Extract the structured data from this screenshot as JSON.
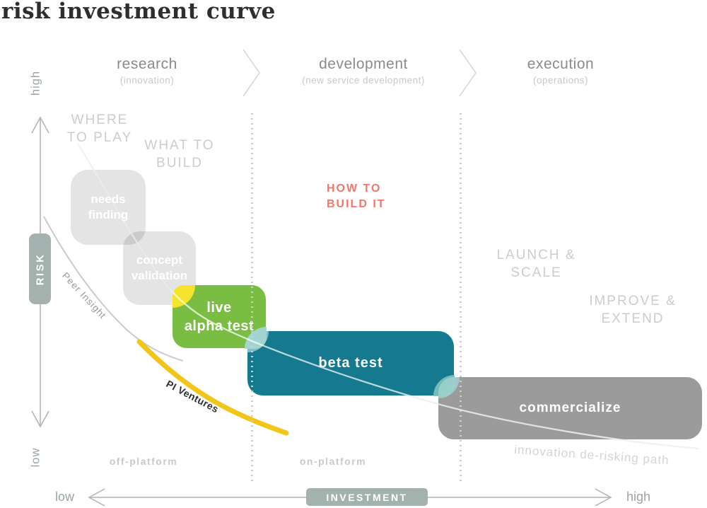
{
  "title": "risk investment curve",
  "phase_headers": [
    {
      "label": "research",
      "sub": "(innovation)"
    },
    {
      "label": "development",
      "sub": "(new service development)"
    },
    {
      "label": "execution",
      "sub": "(operations)"
    }
  ],
  "risk_axis": {
    "label": "RISK",
    "top_label": "high",
    "bottom_label": "low"
  },
  "investment_axis": {
    "label": "INVESTMENT",
    "left_label": "low",
    "right_label": "high"
  },
  "zone_labels": [
    {
      "line1": "WHERE",
      "line2": "TO PLAY"
    },
    {
      "line1": "WHAT TO",
      "line2": "BUILD"
    },
    {
      "line1": "HOW TO",
      "line2": "BUILD IT"
    },
    {
      "line1": "LAUNCH &",
      "line2": "SCALE"
    },
    {
      "line1": "IMPROVE &",
      "line2": "EXTEND"
    }
  ],
  "stages": [
    {
      "line1": "needs",
      "line2": "finding"
    },
    {
      "line1": "concept",
      "line2": "validation"
    },
    {
      "line1": "live",
      "line2": "alpha test"
    },
    {
      "line1": "beta test"
    },
    {
      "line1": "commercialize"
    }
  ],
  "curve_labels": {
    "peer_insight": "Peer Insight",
    "pi_ventures": "PI Ventures",
    "derisking_path": "innovation de-risking path"
  },
  "platform_labels": {
    "left": "off-platform",
    "right": "on-platform"
  },
  "colors": {
    "stage_green": "#79bd43",
    "stage_teal": "#15798f",
    "stage_gray": "#9b9b9b",
    "stage_light_gray": "#e3e3e3",
    "corner_yellow": "#f6e42c",
    "corner_teal_light": "#a6d5d1",
    "curve_yellow": "#f2c619",
    "curve_gray": "#cccccc",
    "axis_sage": "#a3b2ae",
    "accent_coral": "#f0776b"
  }
}
